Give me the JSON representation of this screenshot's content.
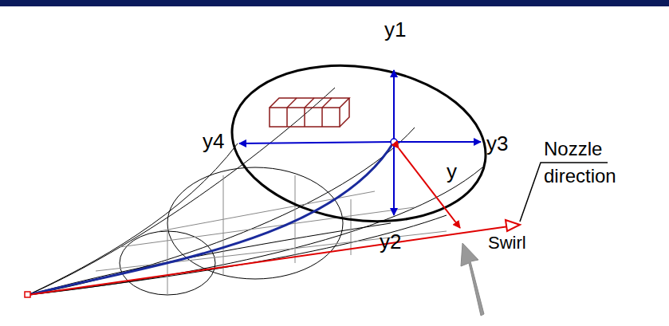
{
  "diagram": {
    "labels": [
      "y1",
      "y4",
      "y3",
      "y",
      "Nozzle direction",
      "y2",
      "Swirl"
    ]
  }
}
